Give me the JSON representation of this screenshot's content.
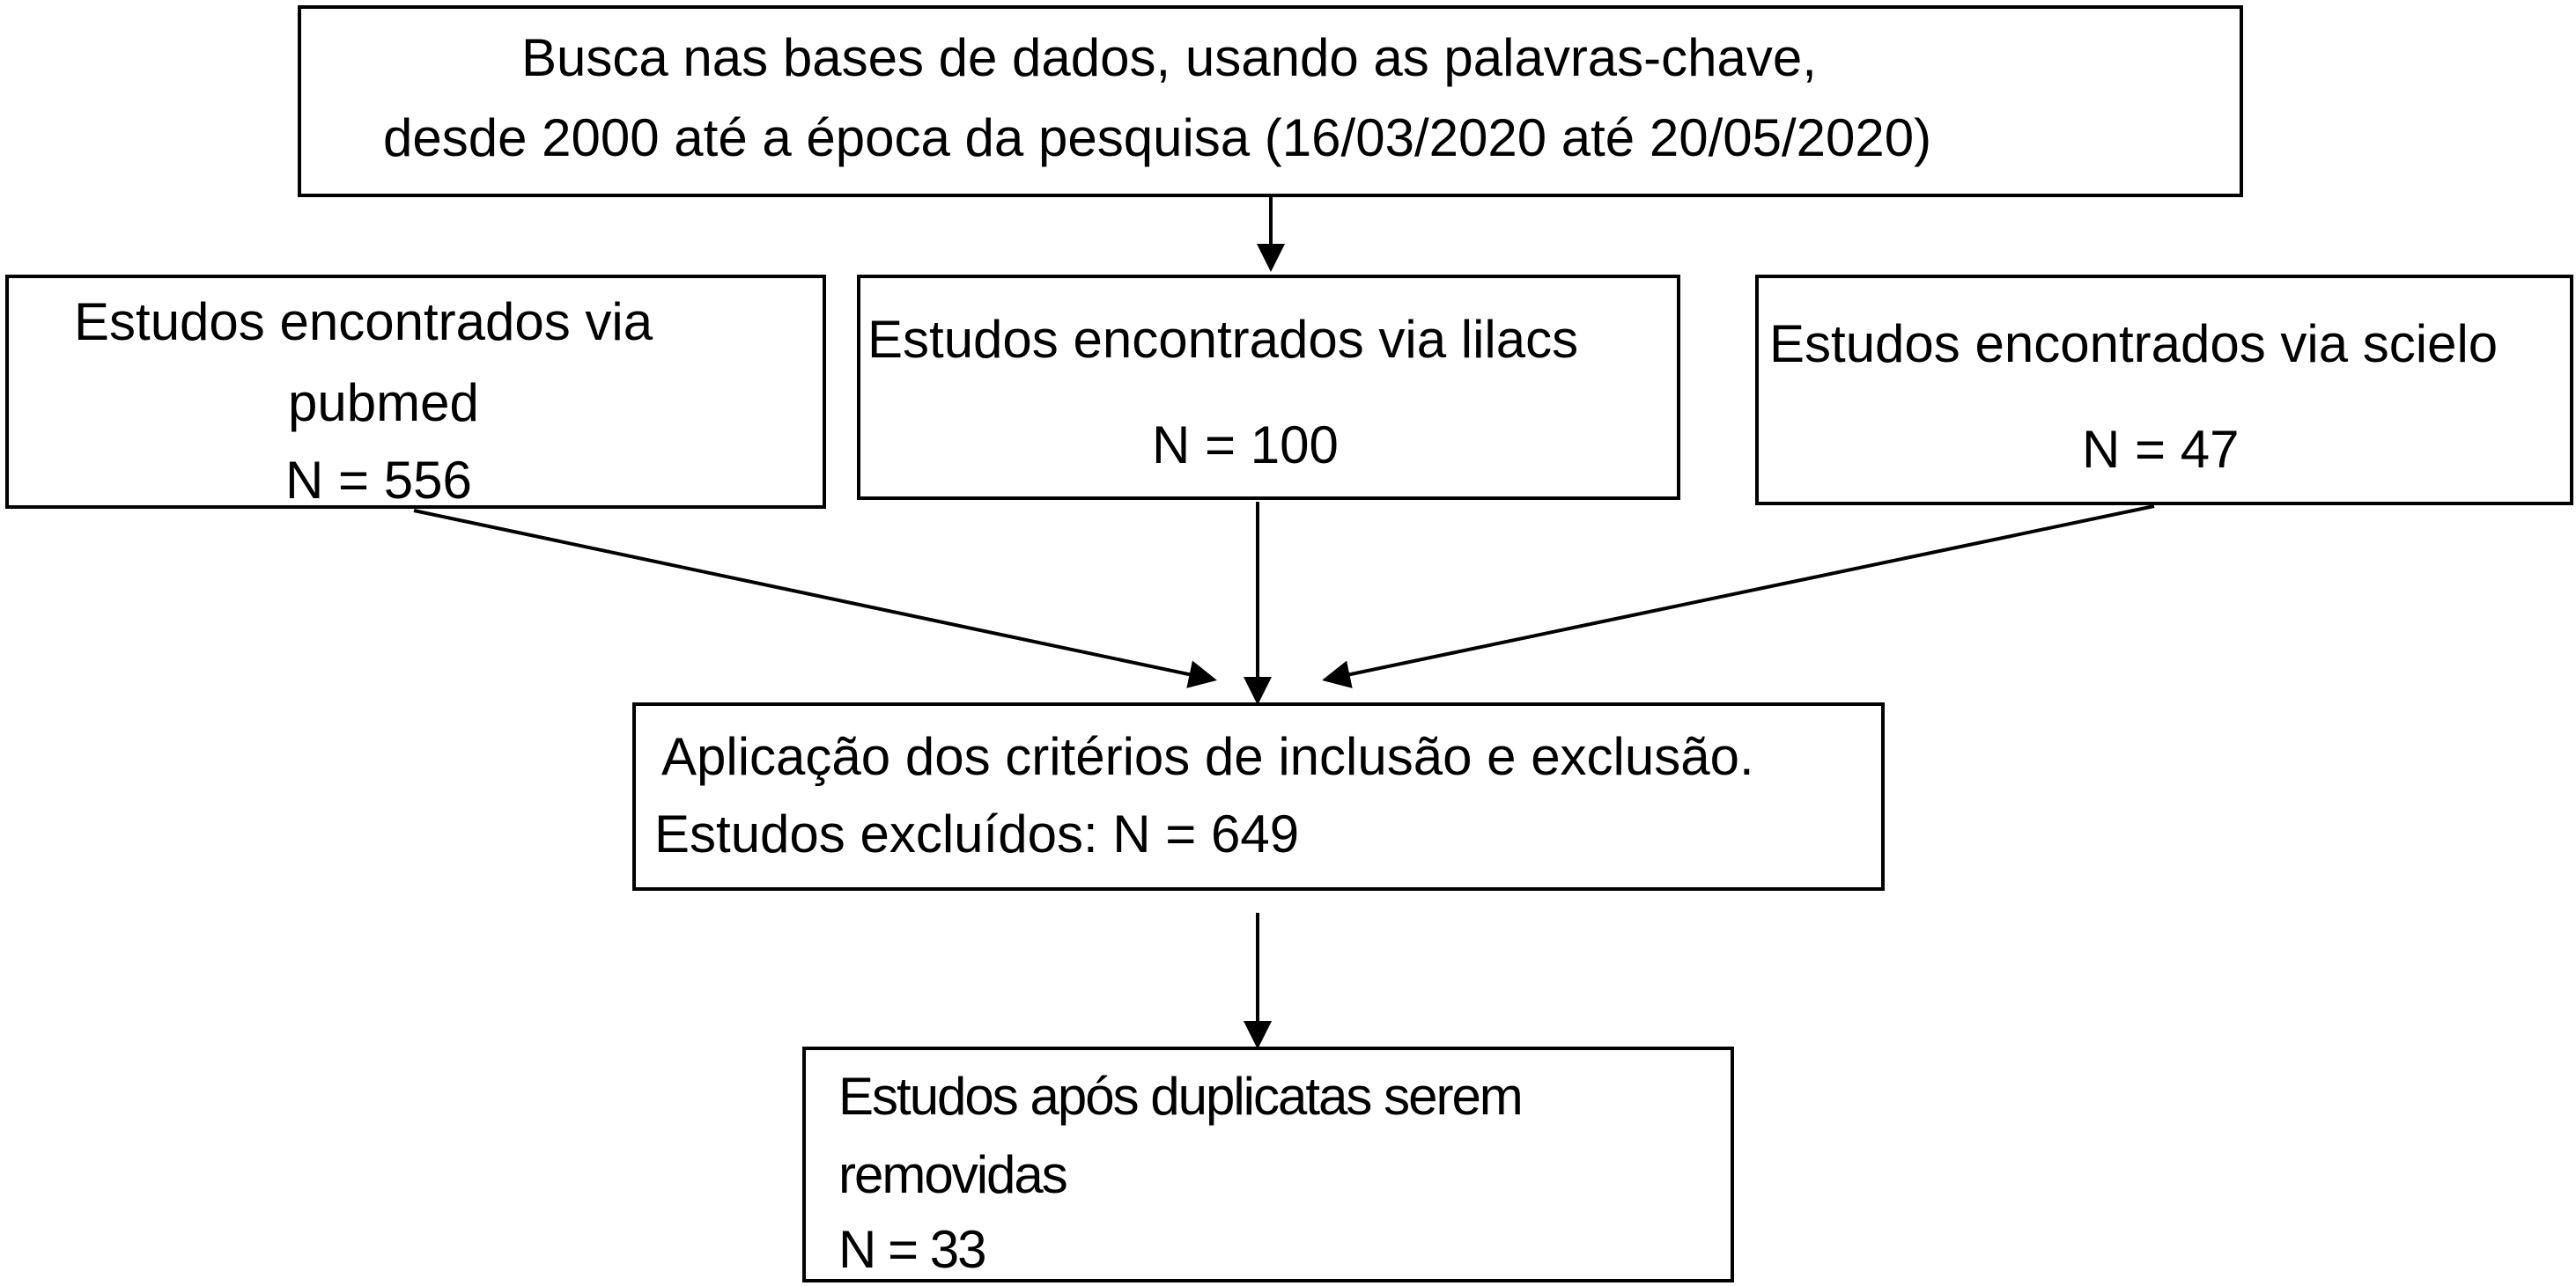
{
  "search": {
    "line1": "Busca nas bases de dados, usando as palavras-chave,",
    "line2": "desde 2000 até a época da pesquisa (16/03/2020 até 20/05/2020)"
  },
  "pubmed": {
    "line1": "Estudos encontrados via",
    "line2": "pubmed",
    "count": "N = 556"
  },
  "lilacs": {
    "line1": "Estudos encontrados via lilacs",
    "count": "N = 100"
  },
  "scielo": {
    "line1": "Estudos encontrados via scielo",
    "count": "N = 47"
  },
  "criteria": {
    "line1": "Aplicação dos critérios de inclusão e exclusão.",
    "line2": "Estudos excluídos: N = 649"
  },
  "final": {
    "line1": "Estudos após duplicatas serem",
    "line2": "removidas",
    "count": "N = 33"
  }
}
